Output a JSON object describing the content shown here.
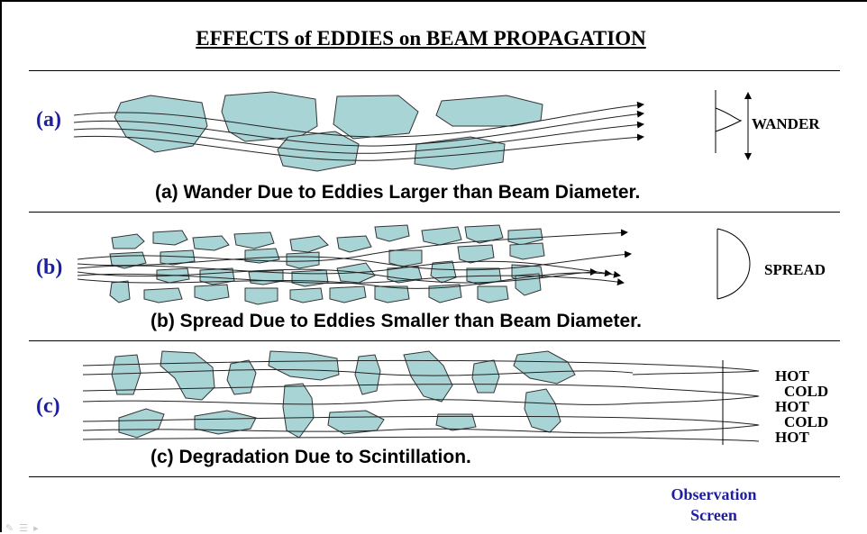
{
  "title": "EFFECTS of EDDIES on BEAM PROPAGATION",
  "panels": [
    {
      "label": "(a)",
      "caption": "(a) Wander Due to Eddies Larger than Beam Diameter.",
      "side": [
        "WANDER"
      ]
    },
    {
      "label": "(b)",
      "caption": "(b) Spread  Due  to Eddies Smaller than Beam Diameter.",
      "side": [
        "SPREAD"
      ]
    },
    {
      "label": "(c)",
      "caption": "(c)  Degradation Due to Scintillation.",
      "side": [
        "HOT",
        "COLD",
        "HOT",
        "COLD",
        "HOT"
      ]
    }
  ],
  "observation_screen": {
    "line1": "Observation",
    "line2": "Screen"
  },
  "colors": {
    "eddy_fill": "#a9d4d6",
    "label_blue": "#1e1ea0"
  },
  "icons": [
    "pen-icon",
    "menu-icon",
    "slide-nav-icon"
  ]
}
